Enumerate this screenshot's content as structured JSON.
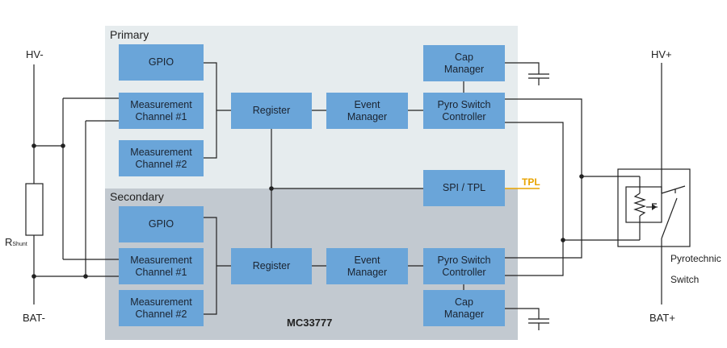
{
  "regions": {
    "primary": "Primary",
    "secondary": "Secondary"
  },
  "chip_name": "MC33777",
  "primary_blocks": {
    "gpio": "GPIO",
    "meas1": [
      "Measurement",
      "Channel #1"
    ],
    "meas2": [
      "Measurement",
      "Channel #2"
    ],
    "register": "Register",
    "event": [
      "Event",
      "Manager"
    ],
    "pyro": [
      "Pyro Switch",
      "Controller"
    ],
    "cap": [
      "Cap",
      "Manager"
    ]
  },
  "secondary_blocks": {
    "gpio": "GPIO",
    "meas1": [
      "Measurement",
      "Channel #1"
    ],
    "meas2": [
      "Measurement",
      "Channel #2"
    ],
    "register": "Register",
    "event": [
      "Event",
      "Manager"
    ],
    "pyro": [
      "Pyro Switch",
      "Controller"
    ],
    "cap": [
      "Cap",
      "Manager"
    ]
  },
  "spi_block": "SPI / TPL",
  "tpl_label": "TPL",
  "terminals": {
    "hv_minus": "HV-",
    "bat_minus": "BAT-",
    "hv_plus": "HV+",
    "bat_plus": "BAT+"
  },
  "rshunt": {
    "main": "R",
    "sub": "Shunt"
  },
  "pyro_switch": [
    "Pyrotechnic",
    "Switch"
  ],
  "colors": {
    "block": "#6aa5d9",
    "primary_bg": "#e6ecee",
    "secondary_bg": "#c2c9d0",
    "tpl": "#e8a300"
  }
}
